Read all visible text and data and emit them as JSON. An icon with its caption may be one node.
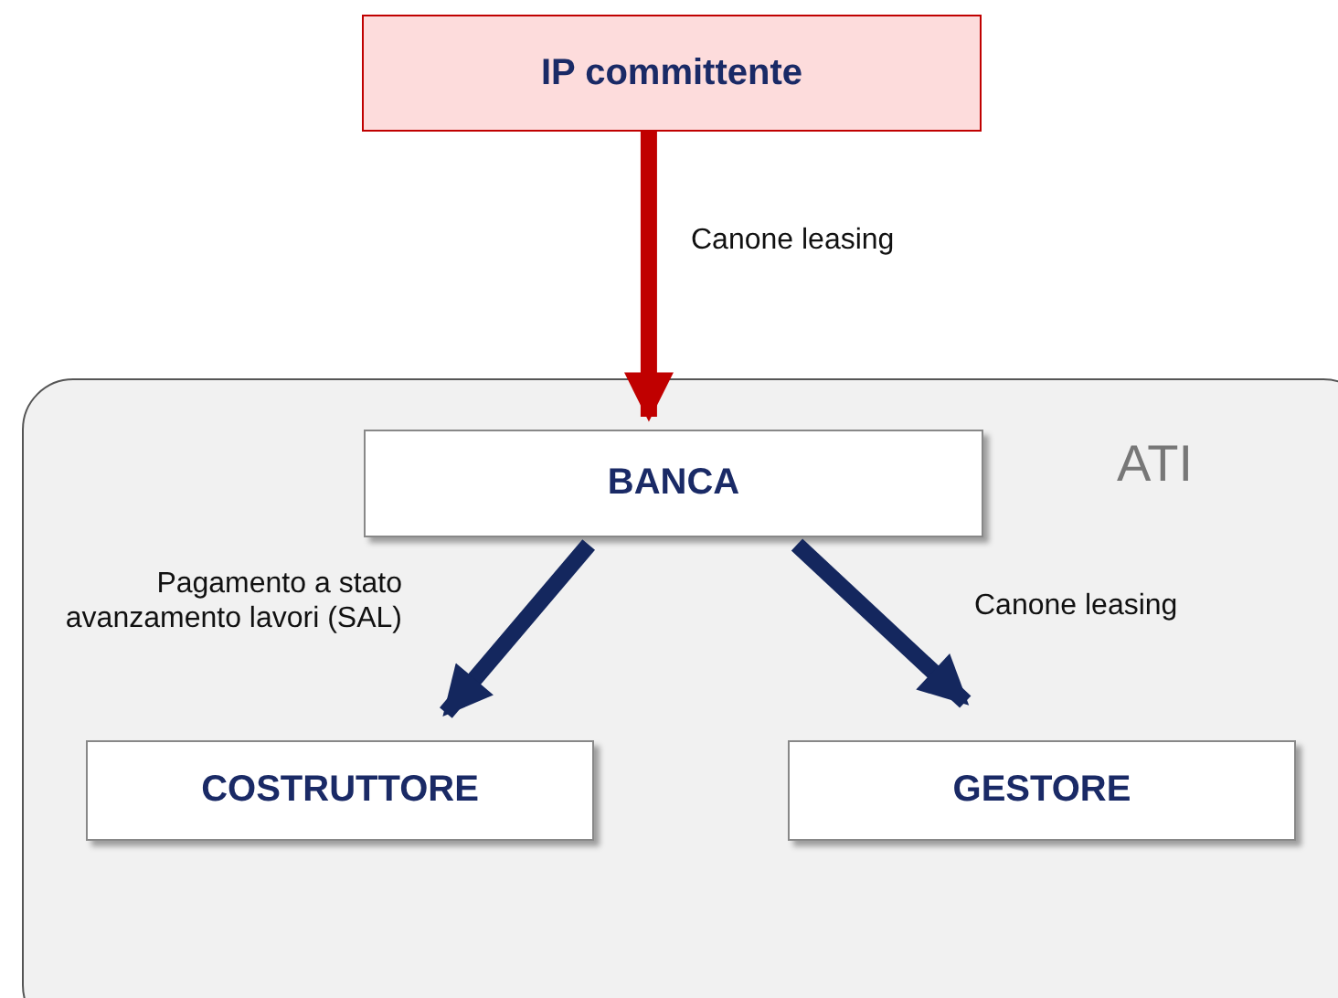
{
  "diagram": {
    "nodes": [
      {
        "text": [
          "IP committente"
        ]
      },
      {
        "text": [
          "ATI"
        ]
      },
      {
        "text": [
          "BANCA"
        ],
        "in": 1
      },
      {
        "text": [
          "COSTRUTTORE"
        ],
        "in": 1
      },
      {
        "text": [
          "GESTORE"
        ],
        "in": 1
      }
    ],
    "edges": [
      {
        "from": 0,
        "to": 2,
        "arrow": "to",
        "label": "Canone leasing",
        "color": "#c00000"
      },
      {
        "from": 2,
        "to": 3,
        "arrow": "to",
        "label": "Pagamento a stato avanzamento lavori (SAL)"
      },
      {
        "from": 2,
        "to": 4,
        "arrow": "to",
        "label": "Canone leasing"
      }
    ]
  }
}
